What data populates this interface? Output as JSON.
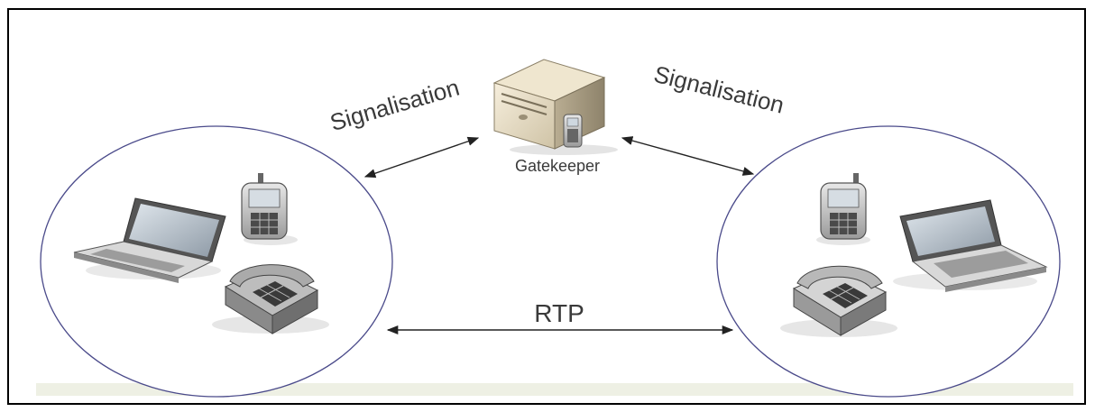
{
  "diagram": {
    "labels": {
      "signal_left": "Signalisation",
      "signal_right": "Signalisation",
      "gatekeeper": "Gatekeeper",
      "media": "RTP"
    },
    "nodes": [
      {
        "id": "gatekeeper",
        "icon": "server-icon"
      },
      {
        "id": "left-zone",
        "icons": [
          "laptop-icon",
          "mobile-phone-icon",
          "desk-phone-icon"
        ]
      },
      {
        "id": "right-zone",
        "icons": [
          "mobile-phone-icon",
          "laptop-icon",
          "desk-phone-icon"
        ]
      }
    ],
    "edges": [
      {
        "from": "left-zone",
        "to": "gatekeeper",
        "label": "Signalisation",
        "bidirectional": true
      },
      {
        "from": "gatekeeper",
        "to": "right-zone",
        "label": "Signalisation",
        "bidirectional": true
      },
      {
        "from": "left-zone",
        "to": "right-zone",
        "label": "RTP",
        "bidirectional": true
      }
    ],
    "colors": {
      "zone_outline": "#4a4a8a",
      "ground_band": "#eef0e4",
      "arrow": "#222222"
    }
  }
}
